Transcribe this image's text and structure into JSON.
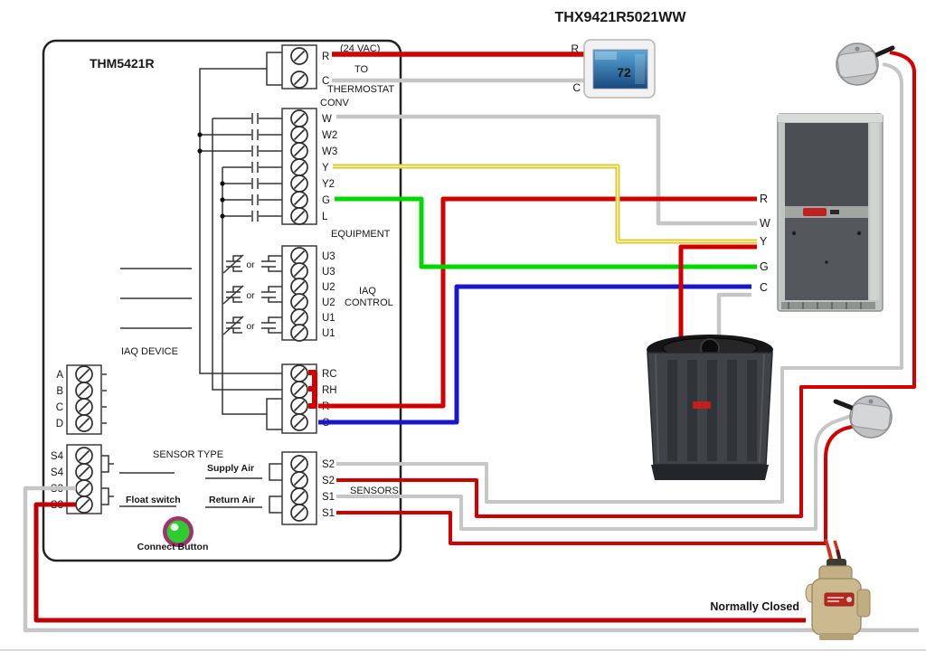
{
  "title": "THX9421R5021WW",
  "module": {
    "name": "THM5421R",
    "top_block": {
      "terminals": [
        "R",
        "C"
      ],
      "note1": "(24 VAC)",
      "note2": "TO",
      "note3": "THERMOSTAT"
    },
    "conv_label": "CONV",
    "equipment": {
      "terminals": [
        "W",
        "W2",
        "W3",
        "Y",
        "Y2",
        "G",
        "L"
      ],
      "label": "EQUIPMENT"
    },
    "iaq": {
      "terminals": [
        "U3",
        "U3",
        "U2",
        "U2",
        "U1",
        "U1"
      ],
      "label1": "IAQ",
      "label2": "CONTROL",
      "or": "or"
    },
    "iaq_device_label": "IAQ DEVICE",
    "comm_terminals": [
      "A",
      "B",
      "C",
      "D"
    ],
    "power_terminals": [
      "RC",
      "RH",
      "R",
      "C"
    ],
    "s_terminals": [
      "S4",
      "S4",
      "S3",
      "S3"
    ],
    "sensor_type": {
      "header": "SENSOR TYPE",
      "supply_air": "Supply Air",
      "float_switch": "Float switch",
      "return_air": "Return Air"
    },
    "sensors": {
      "terminals": [
        "S2",
        "S2",
        "S1",
        "S1"
      ],
      "label": "SENSORS"
    },
    "connect_button": "Connect Button"
  },
  "thermostat": {
    "model": "THX9421R5021WW",
    "terminal_r": "R",
    "terminal_c": "C",
    "display_temp": "72"
  },
  "furnace": {
    "terminals": [
      "R",
      "W",
      "Y",
      "G",
      "C"
    ]
  },
  "valve_label": "Normally Closed",
  "wire_colors": {
    "red": "#d40000",
    "gray": "#c6c6c6",
    "yellow": "#d9c93f",
    "green": "#00d800",
    "blue": "#1818c8"
  }
}
